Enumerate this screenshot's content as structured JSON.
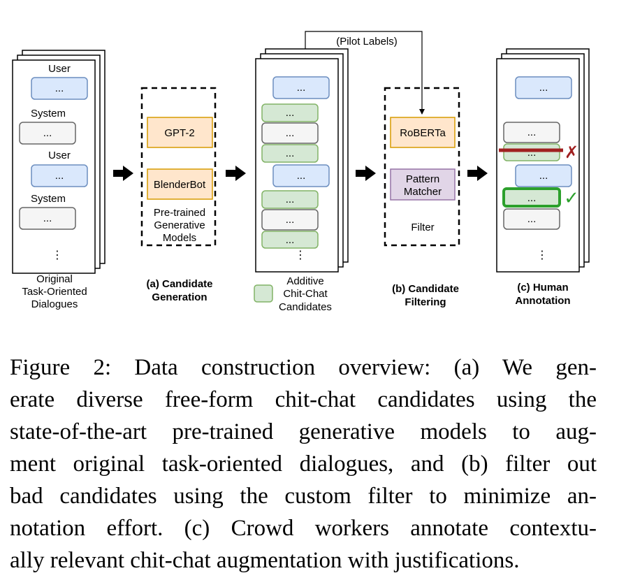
{
  "figure": {
    "stage_original": {
      "labels": [
        "User",
        "System",
        "User",
        "System"
      ],
      "ellipsis": "...",
      "vdots": "⋮",
      "caption_lines": [
        "Original",
        "Task-Oriented",
        "Dialogues"
      ]
    },
    "stage_generation": {
      "models": [
        "GPT-2",
        "BlenderBot"
      ],
      "box_caption_lines": [
        "Pre-trained",
        "Generative",
        "Models"
      ],
      "label_lines": [
        "(a) Candidate",
        "Generation"
      ]
    },
    "stage_additive": {
      "ellipsis": "...",
      "vdots": "⋮",
      "pilot_labels": "(Pilot Labels)",
      "legend_lines": [
        "Additive",
        "Chit-Chat",
        "Candidates"
      ]
    },
    "stage_filtering": {
      "roberta": "RoBERTa",
      "pattern_matcher_lines": [
        "Pattern",
        "Matcher"
      ],
      "box_caption": "Filter",
      "label_lines": [
        "(b) Candidate",
        "Filtering"
      ]
    },
    "stage_annotation": {
      "ellipsis": "...",
      "vdots": "⋮",
      "reject_mark": "✗",
      "accept_mark": "✓",
      "label_lines": [
        "(c) Human",
        "Annotation"
      ]
    },
    "colors": {
      "user_fill": "#dae8fc",
      "user_stroke": "#6c8ebf",
      "model_fill": "#ffe6cc",
      "model_stroke": "#d79b00",
      "pattern_fill": "#e1d5e7",
      "pattern_stroke": "#9673a6",
      "chitchat_fill": "#d5e8d4",
      "chitchat_stroke": "#82b366",
      "system_fill": "#f5f5f5",
      "system_stroke": "#666666",
      "accept": "#2ca02c",
      "reject": "#a02020"
    }
  },
  "caption": {
    "lines": [
      "Figure 2:  Data construction overview:  (a) We gen-",
      "erate diverse free-form chit-chat candidates using the",
      "state-of-the-art pre-trained generative models to aug-",
      "ment original task-oriented dialogues, and (b) filter out",
      "bad candidates using the custom filter to minimize an-",
      "notation effort.  (c) Crowd workers annotate contextu-",
      "ally relevant chit-chat augmentation with justifications."
    ]
  }
}
